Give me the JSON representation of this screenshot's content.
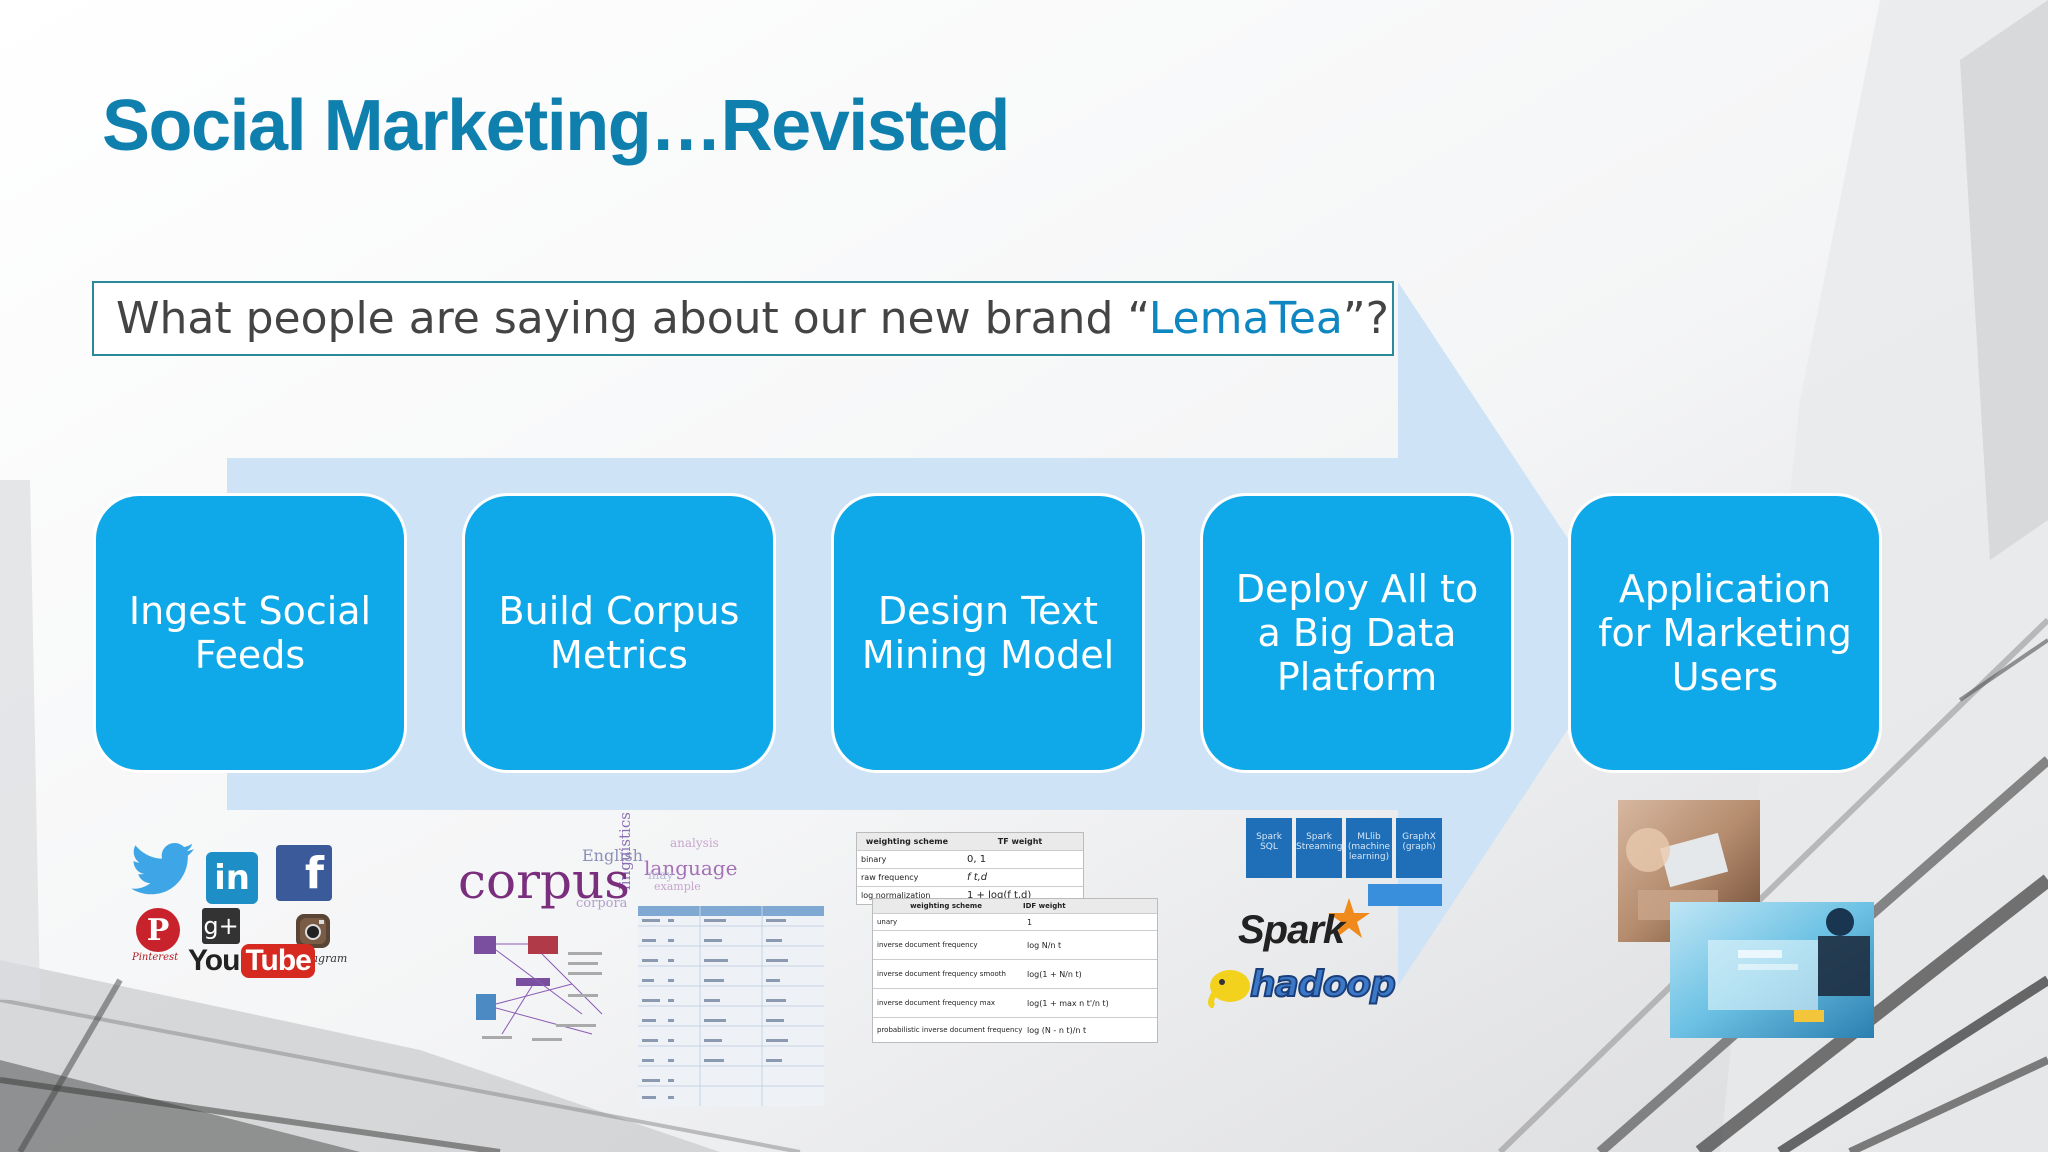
{
  "slide": {
    "title": "Social Marketing…Revisted",
    "question_prefix": "What people are saying about our new brand “",
    "question_brand": "LemaTea",
    "question_suffix": "”?"
  },
  "steps": [
    {
      "label": "Ingest Social Feeds"
    },
    {
      "label": "Build Corpus Metrics"
    },
    {
      "label": "Design Text Mining Model"
    },
    {
      "label": "Deploy All to a Big Data Platform"
    },
    {
      "label": "Application for Marketing Users"
    }
  ],
  "social_icons": {
    "youtube_you": "You",
    "youtube_tube": "Tube",
    "linkedin": "in",
    "facebook": "f",
    "googleplus": "g+",
    "pinterest_caption": "Pinterest",
    "instagram_caption": "Instagram"
  },
  "corpus": {
    "word": "corpus",
    "cloud_words": [
      "English",
      "language",
      "linguistics",
      "analysis",
      "corpora",
      "example",
      "may"
    ]
  },
  "tf_table": {
    "headers": [
      "weighting scheme",
      "TF weight"
    ],
    "rows": [
      [
        "binary",
        "0, 1"
      ],
      [
        "raw frequency",
        "f t,d"
      ],
      [
        "log normalization",
        "1 + log(f t,d)"
      ]
    ]
  },
  "idf_table": {
    "headers": [
      "weighting scheme",
      "IDF weight"
    ],
    "rows": [
      [
        "unary",
        "1"
      ],
      [
        "inverse document frequency",
        "log N/n t"
      ],
      [
        "inverse document frequency smooth",
        "log(1 + N/n t)"
      ],
      [
        "inverse document frequency max",
        "log(1 + max n t'/n t)"
      ],
      [
        "probabilistic inverse document frequency",
        "log (N - n t)/n t"
      ]
    ]
  },
  "bigdata": {
    "tiles": [
      "Spark SQL",
      "Spark Streaming",
      "MLlib (machine learning)",
      "GraphX (graph)"
    ],
    "spark_label": "Spark",
    "hadoop_label": "hadoop"
  },
  "colors": {
    "title": "#0f7fae",
    "step_fill": "#0fa8e8",
    "arrow_fill": "#cfe3f7",
    "brand": "#0e86c2"
  }
}
